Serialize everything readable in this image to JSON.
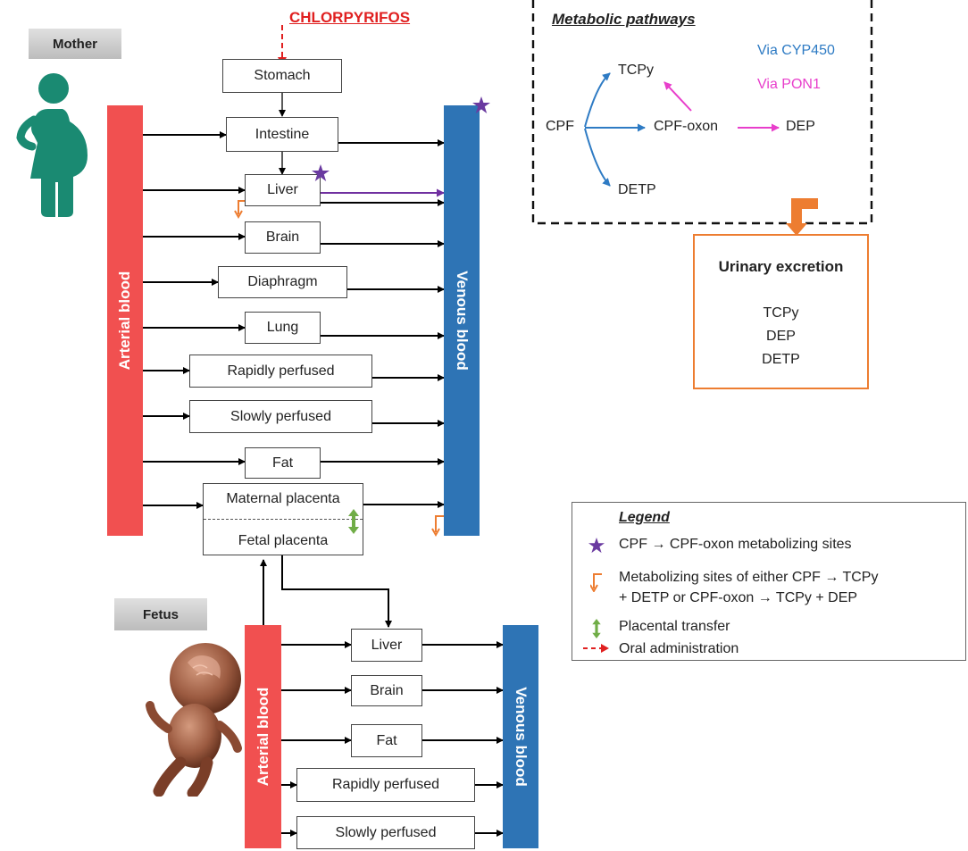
{
  "source_label": "CHLORPYRIFOS",
  "mother": {
    "title": "Mother",
    "arterial": "Arterial blood",
    "venous": "Venous blood",
    "organs": {
      "stomach": "Stomach",
      "intestine": "Intestine",
      "liver": "Liver",
      "brain": "Brain",
      "diaphragm": "Diaphragm",
      "lung": "Lung",
      "rapid": "Rapidly perfused",
      "slow": "Slowly perfused",
      "fat": "Fat",
      "maternal_placenta": "Maternal placenta",
      "fetal_placenta": "Fetal placenta"
    }
  },
  "fetus": {
    "title": "Fetus",
    "arterial": "Arterial blood",
    "venous": "Venous blood",
    "organs": {
      "liver": "Liver",
      "brain": "Brain",
      "fat": "Fat",
      "rapid": "Rapidly perfused",
      "slow": "Slowly perfused"
    }
  },
  "pathways": {
    "title": "Metabolic pathways",
    "cpf": "CPF",
    "tcpy": "TCPy",
    "cpf_oxon": "CPF-oxon",
    "dep": "DEP",
    "detp": "DETP",
    "via_cyp": "Via CYP450",
    "via_pon": "Via PON1"
  },
  "urinary": {
    "title": "Urinary excretion",
    "items": [
      "TCPy",
      "DEP",
      "DETP"
    ]
  },
  "legend": {
    "title": "Legend",
    "cpf_oxon_sites": "CPF → CPF-oxon metabolizing sites",
    "either_sites_line1": "Metabolizing sites of either CPF → TCPy",
    "either_sites_line2": "+ DETP or CPF-oxon → TCPy + DEP",
    "placental": "Placental transfer",
    "oral": "Oral administration"
  },
  "colors": {
    "arterial": "#f15050",
    "venous": "#2e74b5",
    "cyp": "#2e7bc4",
    "pon": "#e83ecb",
    "star": "#6a3aa0",
    "orange": "#ed7d31",
    "green": "#70ad47",
    "red": "#e02020"
  }
}
